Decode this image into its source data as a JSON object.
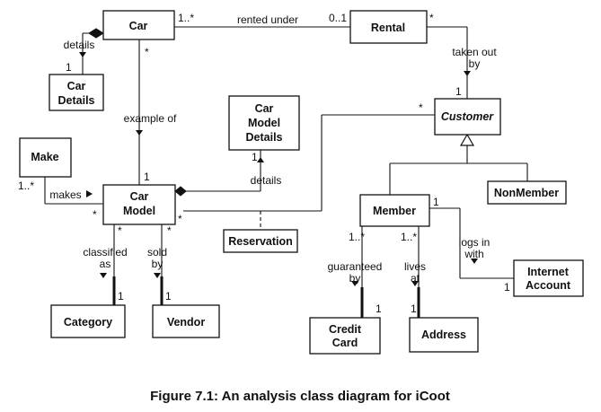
{
  "classes": {
    "car": "Car",
    "rental": "Rental",
    "car_details": [
      "Car",
      "Details"
    ],
    "customer": "Customer",
    "car_model_details": [
      "Car",
      "Model",
      "Details"
    ],
    "make": "Make",
    "car_model": [
      "Car",
      "Model"
    ],
    "nonmember": "NonMember",
    "member": "Member",
    "reservation": "Reservation",
    "internet_account": [
      "Internet",
      "Account"
    ],
    "category": "Category",
    "vendor": "Vendor",
    "credit_card": [
      "Credit",
      "Card"
    ],
    "address": "Address"
  },
  "associations": {
    "rented_under": "rented under",
    "taken_out_by": [
      "taken out",
      "by"
    ],
    "details_car": "details",
    "example_of": "example of",
    "details_model": "details",
    "makes": "makes",
    "classified_as": [
      "classified",
      "as"
    ],
    "sold_by": [
      "sold",
      "by"
    ],
    "logs_in_with": [
      "logs in",
      "with"
    ],
    "guaranteed_by": [
      "guaranteed",
      "by"
    ],
    "lives_at": [
      "lives",
      "at"
    ]
  },
  "multiplicities": {
    "car_rental": "1..*",
    "rental_car": "0..1",
    "rental_taken": "*",
    "customer_taken": "1",
    "car_details_end": "1",
    "car_example": "*",
    "model_example": "1",
    "model_details_end": "1",
    "make_end": "1..*",
    "model_makes": "*",
    "customer_reservation": "*",
    "model_reservation": "*",
    "model_category": "*",
    "category_end": "1",
    "model_vendor": "*",
    "vendor_end": "1",
    "member_account": "1",
    "account_end": "1",
    "member_card": "1..*",
    "card_end": "1",
    "member_address": "1..*",
    "address_end": "1"
  },
  "caption": "Figure 7.1: An analysis class diagram for iCoot"
}
